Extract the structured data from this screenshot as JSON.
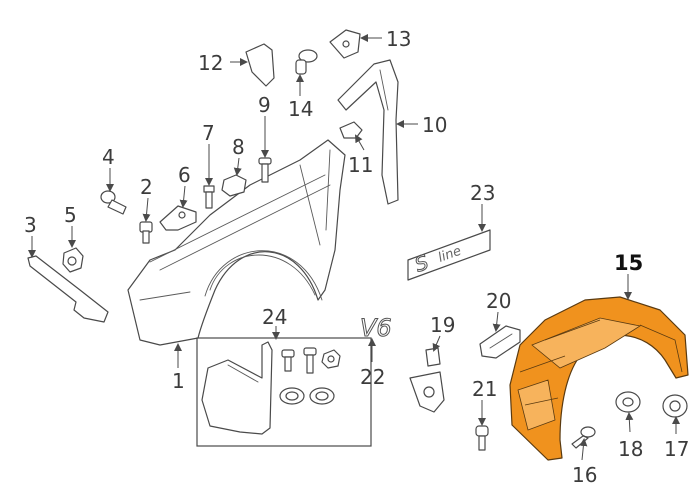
{
  "diagram": {
    "highlight_color": "#f0921e",
    "line_color": "#4a4a4a",
    "callouts": {
      "c1": "1",
      "c2": "2",
      "c3": "3",
      "c4": "4",
      "c5": "5",
      "c6": "6",
      "c7": "7",
      "c8": "8",
      "c9": "9",
      "c10": "10",
      "c11": "11",
      "c12": "12",
      "c13": "13",
      "c14": "14",
      "c15": "15",
      "c16": "16",
      "c17": "17",
      "c18": "18",
      "c19": "19",
      "c20": "20",
      "c21": "21",
      "c22": "22",
      "c23": "23",
      "c24": "24"
    },
    "highlighted_part": "15",
    "badges": {
      "model_badge": "V6",
      "line_badge_s": "S",
      "line_badge_text": "line"
    }
  }
}
